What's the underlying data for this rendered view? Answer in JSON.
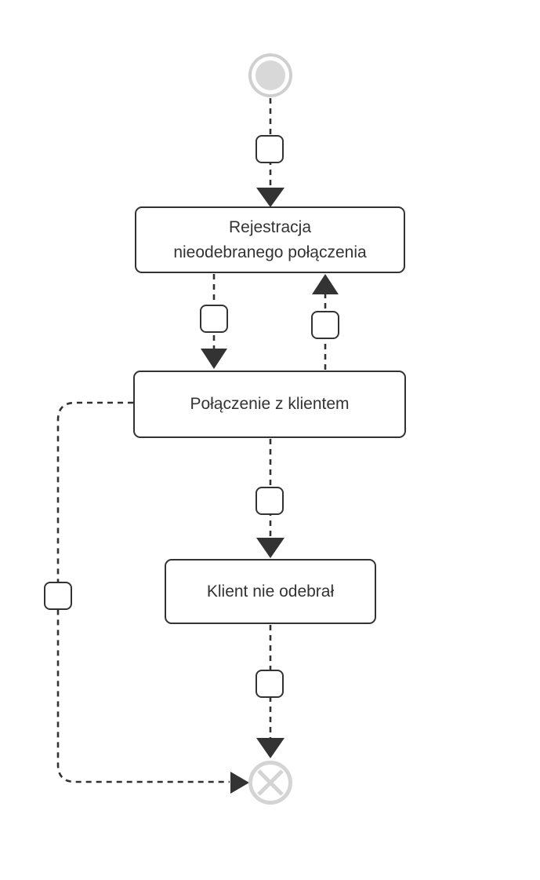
{
  "diagram": {
    "type": "activity-flowchart",
    "colors": {
      "background": "#ffffff",
      "line": "#333333",
      "shape_fill": "#ffffff",
      "start_event_ring": "#cfcfcf",
      "start_event_fill": "#d8d8d8",
      "end_event_ring": "#d4d4d4"
    },
    "nodes": {
      "registration": {
        "label": "Rejestracja\nnieodebranego połączenia"
      },
      "connection": {
        "label": "Połączenie z klientem"
      },
      "no_answer": {
        "label": "Klient nie odebrał"
      }
    }
  }
}
